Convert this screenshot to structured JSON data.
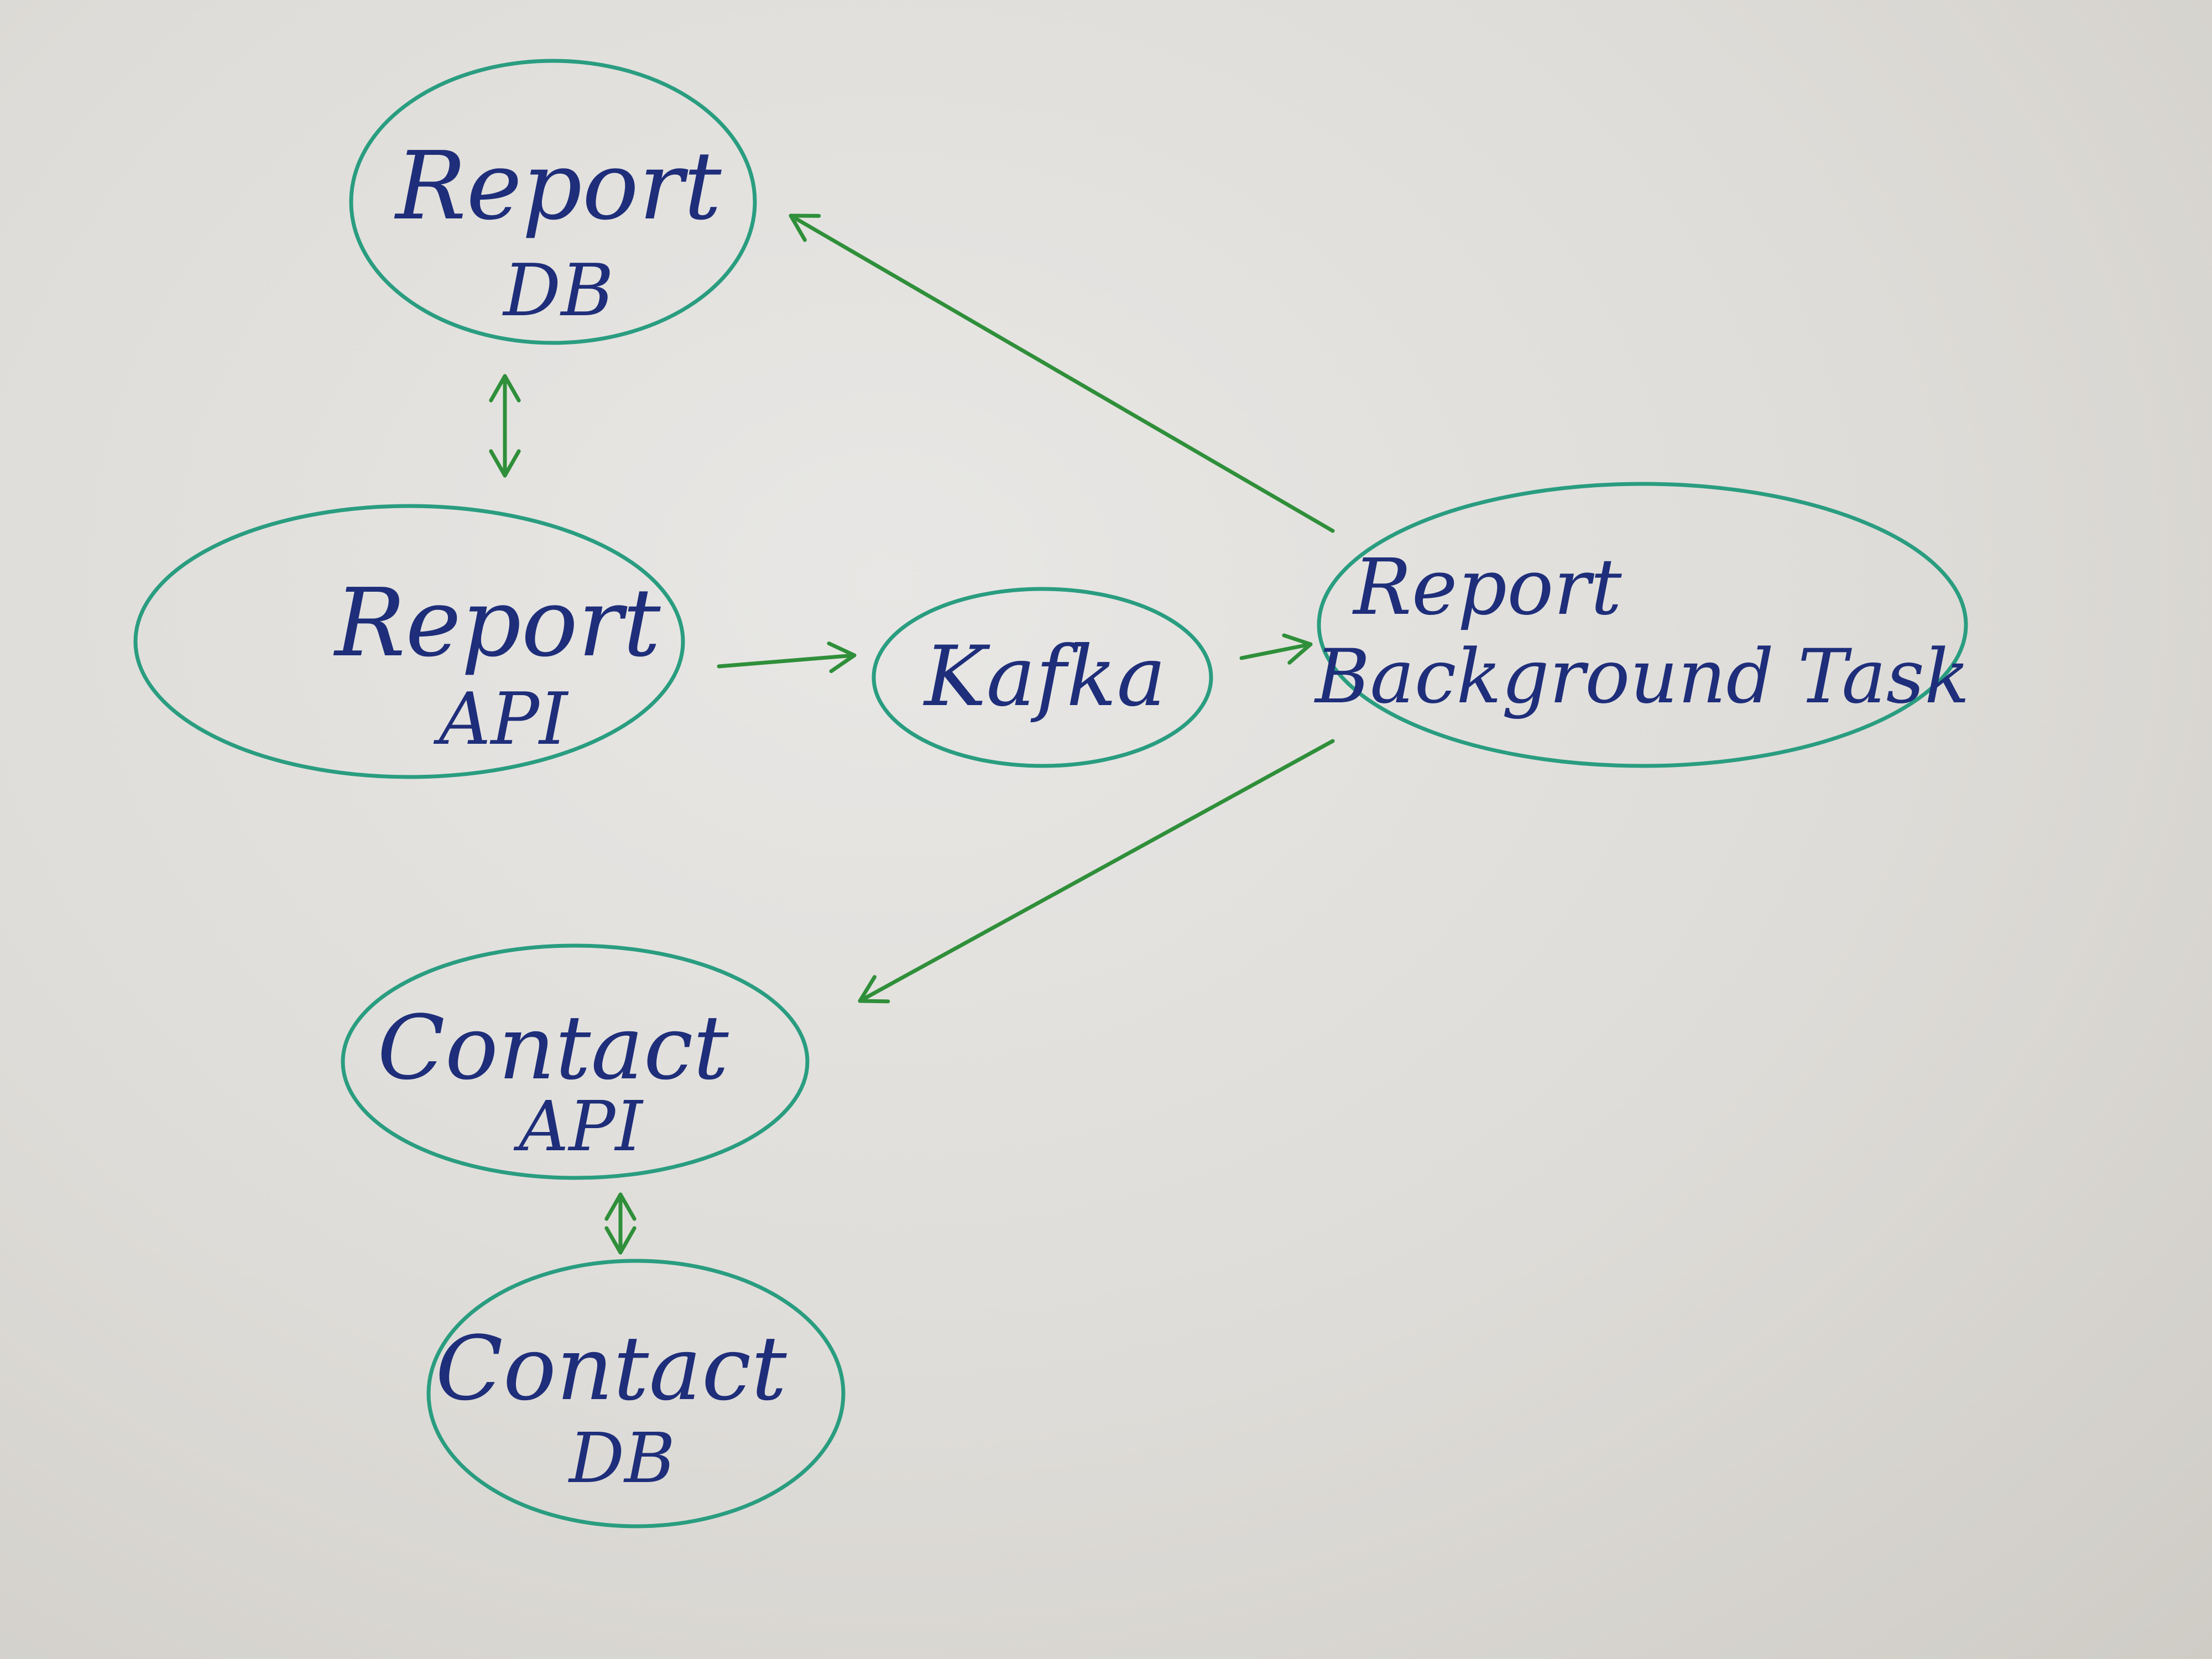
{
  "nodes": {
    "report_db": {
      "line1": "Report",
      "line2": "DB"
    },
    "report_api": {
      "line1": "Report",
      "line2": "API"
    },
    "kafka": {
      "line1": "Kafka"
    },
    "report_bg": {
      "line1": "Report",
      "line2": "Background Task"
    },
    "contact_api": {
      "line1": "Contact",
      "line2": "API"
    },
    "contact_db": {
      "line1": "Contact",
      "line2": "DB"
    }
  },
  "edges": [
    {
      "from": "report_db",
      "to": "report_api",
      "direction": "both"
    },
    {
      "from": "report_api",
      "to": "kafka",
      "direction": "forward"
    },
    {
      "from": "kafka",
      "to": "report_bg",
      "direction": "forward"
    },
    {
      "from": "report_bg",
      "to": "report_db",
      "direction": "forward"
    },
    {
      "from": "report_bg",
      "to": "contact_api",
      "direction": "forward"
    },
    {
      "from": "contact_api",
      "to": "contact_db",
      "direction": "both"
    }
  ],
  "colors": {
    "node_outline": "#2a9d80",
    "arrow": "#2f8f3a",
    "text": "#1e2e7a",
    "paper": "#e3e1de"
  }
}
